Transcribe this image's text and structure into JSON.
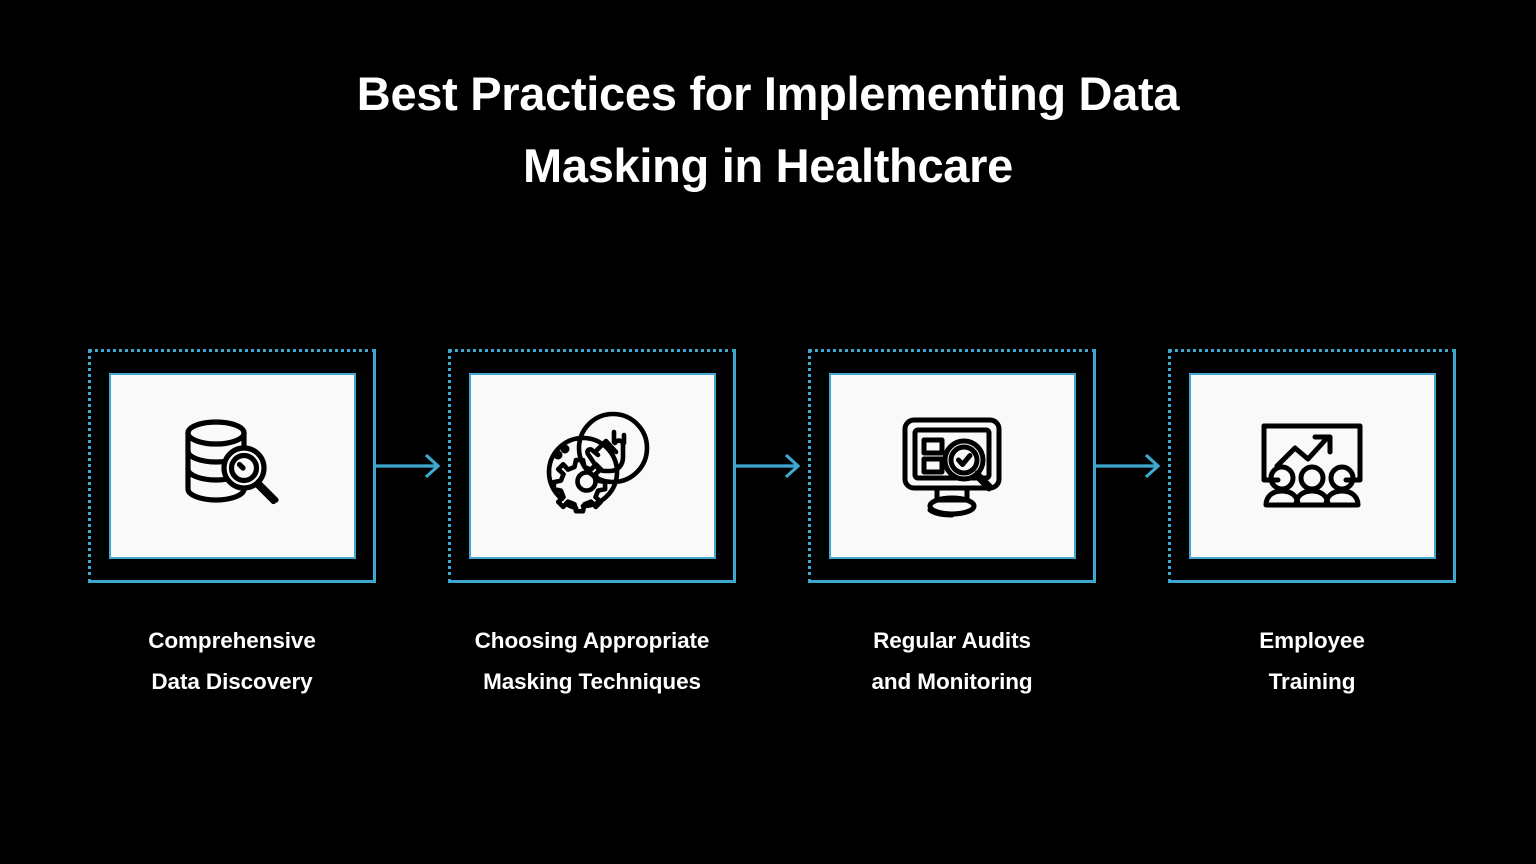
{
  "slide": {
    "background_color": "#000000",
    "accent_color": "#3FA8D0",
    "panel_color": "#F9F9F9",
    "text_color": "#FFFFFF",
    "title": {
      "line1": "Best Practices for Implementing Data",
      "line2": "Masking in Healthcare",
      "full": "Best Practices for Implementing Data Masking in Healthcare"
    },
    "steps": [
      {
        "index": "1",
        "icon": "database-search-icon",
        "label_line1": "Comprehensive",
        "label_line2": "Data Discovery",
        "label_full": "Comprehensive Data Discovery"
      },
      {
        "index": "2",
        "icon": "gear-cursor-icon",
        "label_line1": "Choosing Appropriate",
        "label_line2": "Masking Techniques",
        "label_full": "Choosing Appropriate Masking Techniques"
      },
      {
        "index": "3",
        "icon": "monitor-audit-check-icon",
        "label_line1": "Regular Audits",
        "label_line2": "and Monitoring",
        "label_full": "Regular Audits and Monitoring"
      },
      {
        "index": "4",
        "icon": "training-presentation-icon",
        "label_line1": "Employee",
        "label_line2": "Training",
        "label_full": "Employee Training"
      }
    ],
    "connectors": [
      {
        "name": "arrow-right-icon"
      },
      {
        "name": "arrow-right-icon"
      },
      {
        "name": "arrow-right-icon"
      }
    ]
  }
}
